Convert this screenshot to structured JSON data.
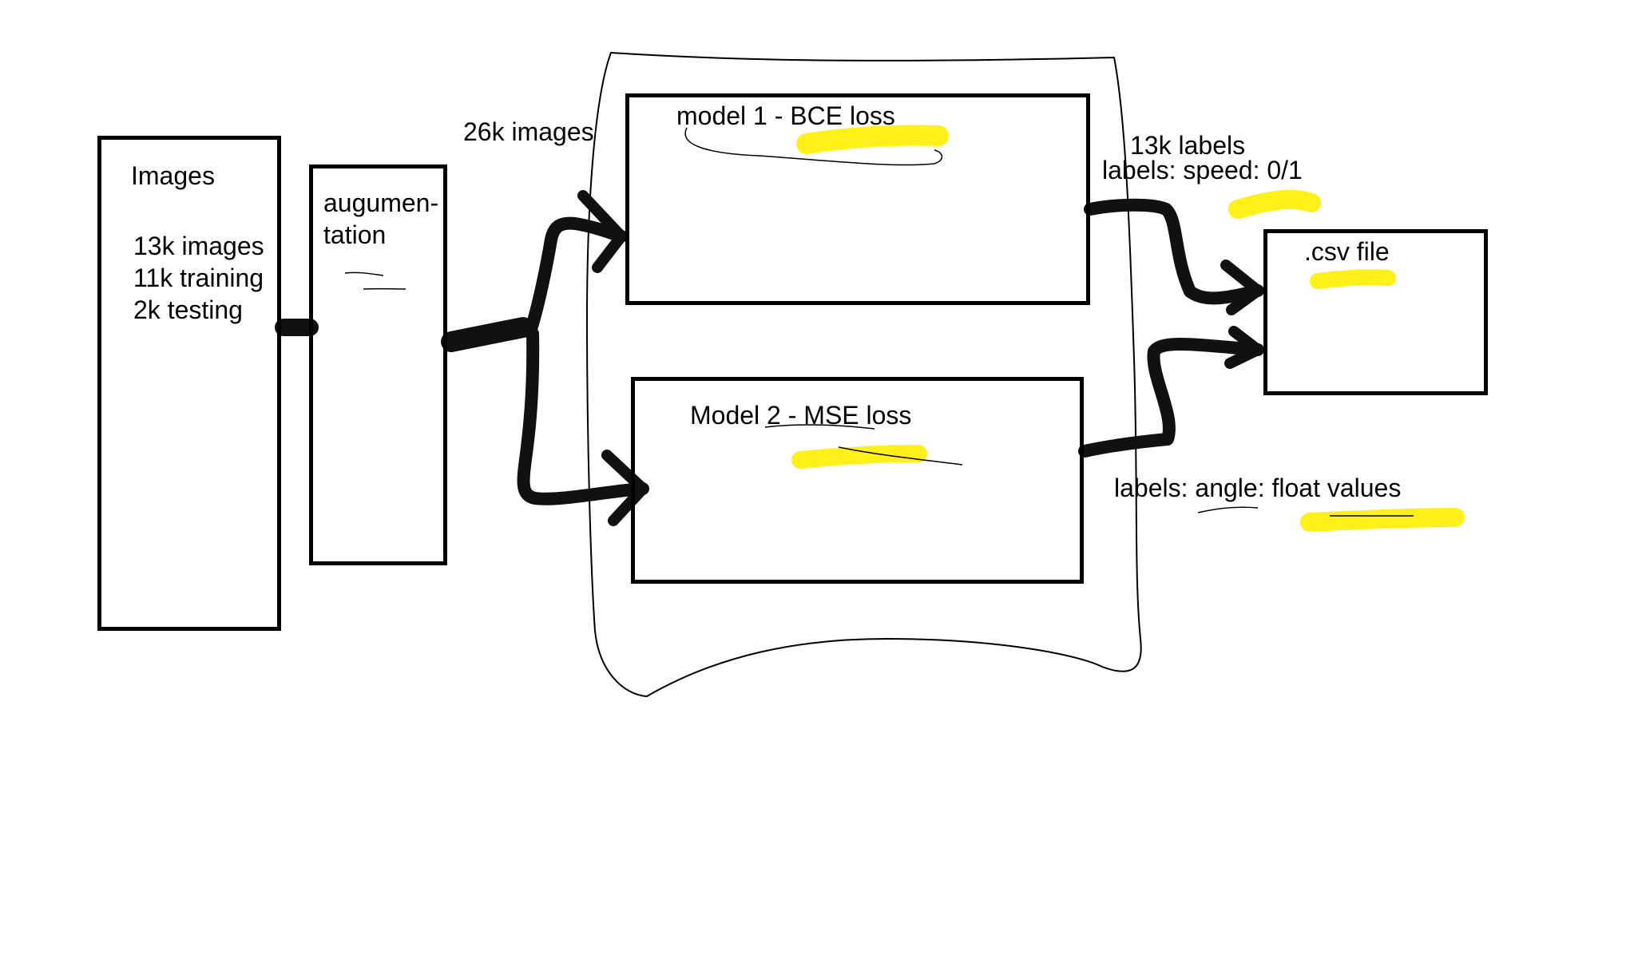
{
  "images_box": {
    "title": "Images",
    "lines": [
      "13k images",
      "11k training",
      "2k testing"
    ]
  },
  "augmentation_box": {
    "lines": [
      "augumen-",
      "tation"
    ]
  },
  "flow_labels": {
    "augmented_count": "26k images",
    "speed_count": "13k labels",
    "speed_labels": "labels: speed: 0/1",
    "angle_labels": "labels: angle:  float values"
  },
  "model1_box": {
    "title": "model 1 - BCE loss"
  },
  "model2_box": {
    "title": "Model 2 - MSE loss"
  },
  "output_box": {
    "title": ".csv file"
  },
  "colors": {
    "stroke": "#000000",
    "highlight": "#ffee00"
  }
}
